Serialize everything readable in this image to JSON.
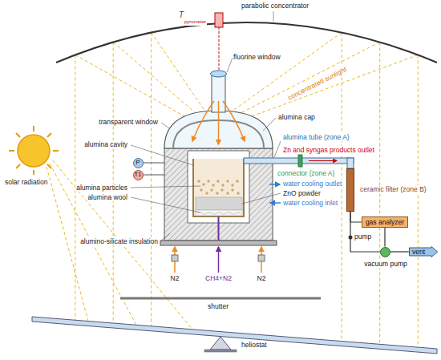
{
  "diagram": {
    "nodes": [
      {
        "text": [
          "P"
        ]
      },
      {
        "text": [
          "T1"
        ]
      },
      {
        "text": [
          "ceramic filter (zone B)"
        ]
      },
      {
        "text": [
          "gas analyzer"
        ]
      },
      {
        "text": [
          "vacuum pump"
        ]
      },
      {
        "text": [
          "vent"
        ]
      }
    ],
    "edges": [
      {
        "from": 2,
        "to": 3,
        "arrow": "none"
      },
      {
        "from": 2,
        "to": 4,
        "arrow": "none"
      },
      {
        "from": 3,
        "to": 4,
        "arrow": "none"
      },
      {
        "from": 4,
        "to": 5,
        "arrow": "none"
      }
    ],
    "labels": [
      "parabolic concentrator",
      "T",
      "pyrometer",
      "fluorine window",
      "concentrated sunlight",
      "transparent window",
      "alumina cap",
      "alumina cavity",
      "alumina tube (zone A)",
      "Zn and syngas products outlet",
      "connector (zone A)",
      "alumina particles",
      "alumina wool",
      "water cooling outlet",
      "ZnO powder",
      "water cooling inlet",
      "pump",
      "alumino-silicate insulation",
      "N2",
      "CH4+N2",
      "N2",
      "solar radiation",
      "shutter",
      "heliostat"
    ]
  }
}
